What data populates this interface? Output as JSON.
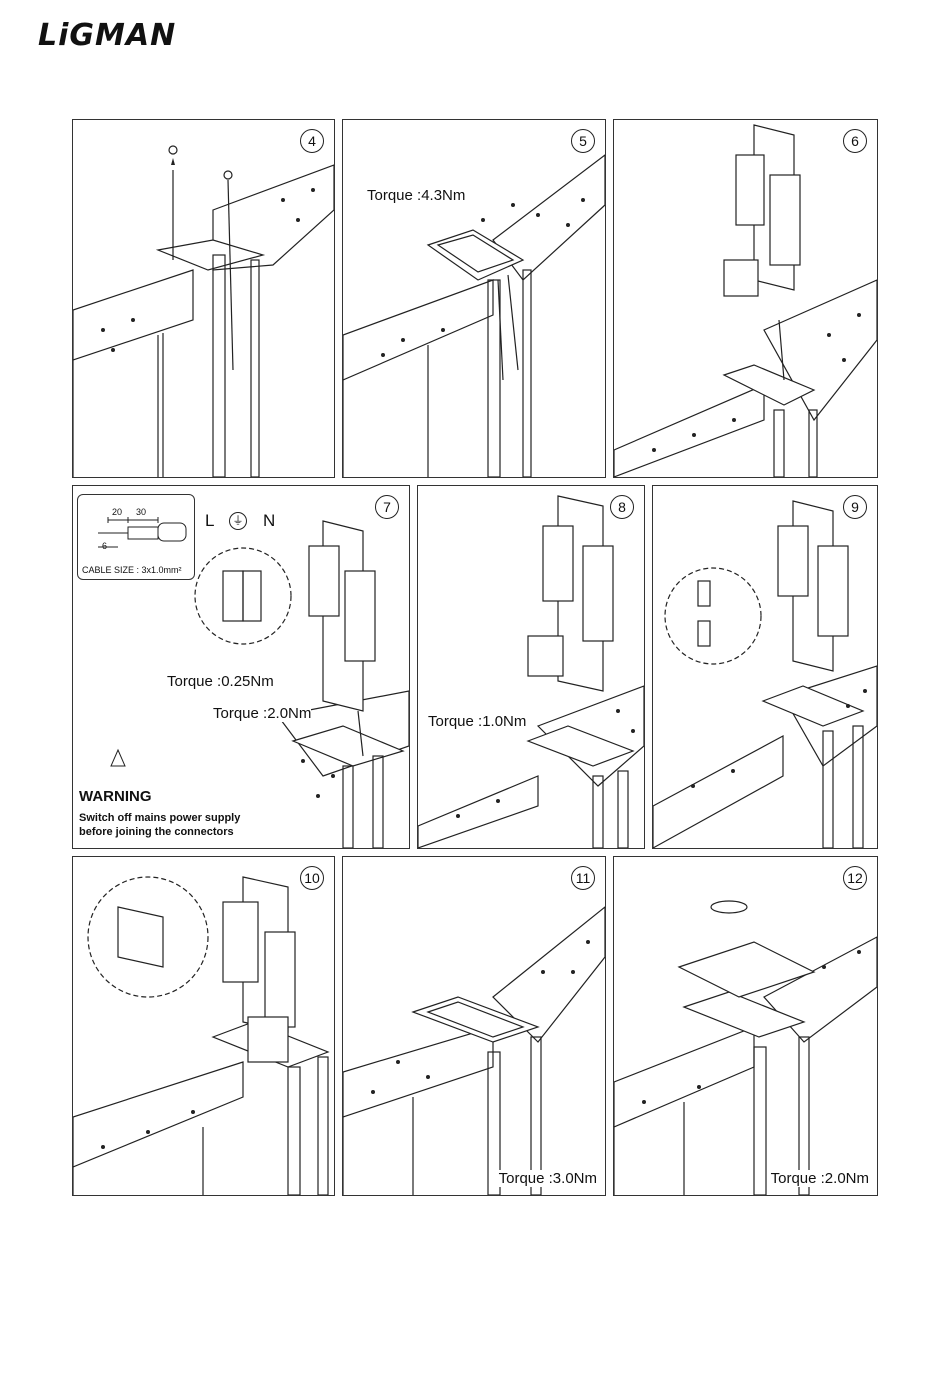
{
  "header": {
    "brand": "LiGMAN"
  },
  "panels": {
    "p4": {
      "step": "4"
    },
    "p5": {
      "step": "5",
      "torque": "Torque :4.3Nm"
    },
    "p6": {
      "step": "6"
    },
    "p7": {
      "step": "7",
      "torque_a": "Torque :0.25Nm",
      "torque_b": "Torque :2.0Nm",
      "lne": [
        "L",
        "N"
      ],
      "cable": {
        "dim1": "20",
        "dim2": "30",
        "dim3": "6",
        "size": "CABLE SIZE : 3x1.0mm²"
      },
      "warning": {
        "title": "WARNING",
        "line1": "Switch off mains power supply",
        "line2": "before joining the connectors"
      }
    },
    "p8": {
      "step": "8",
      "torque": "Torque :1.0Nm"
    },
    "p9": {
      "step": "9"
    },
    "p10": {
      "step": "10"
    },
    "p11": {
      "step": "11",
      "torque": "Torque :3.0Nm"
    },
    "p12": {
      "step": "12",
      "torque": "Torque :2.0Nm"
    }
  }
}
